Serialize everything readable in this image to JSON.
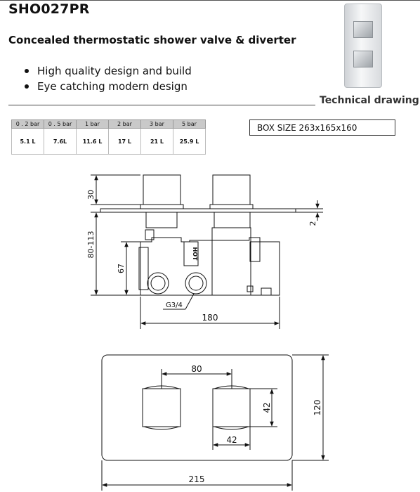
{
  "product": {
    "code": "SHO027PR",
    "title": "Concealed thermostatic shower valve & diverter",
    "features": [
      "High quality design and build",
      "Eye catching modern design"
    ],
    "section_label": "Technical drawing",
    "box_size": "BOX SIZE  263x165x160"
  },
  "flow_table": {
    "headers": [
      "0 . 2 bar",
      "0 . 5 bar",
      "1  bar",
      "2  bar",
      "3  bar",
      "5  bar"
    ],
    "values": [
      "5.1  L",
      "7.6L",
      "11.6  L",
      "17  L",
      "21 L",
      "25.9 L"
    ]
  },
  "side_view": {
    "dim_top": "30",
    "dim_body": "80-113",
    "dim_inlet": "67",
    "dim_plate": "2",
    "thread": "G3/4",
    "width": "180",
    "label_hot": "HOT"
  },
  "front_view": {
    "center_distance": "80",
    "handle_width": "42",
    "handle_height": "42",
    "plate_height": "120",
    "plate_width": "215"
  }
}
